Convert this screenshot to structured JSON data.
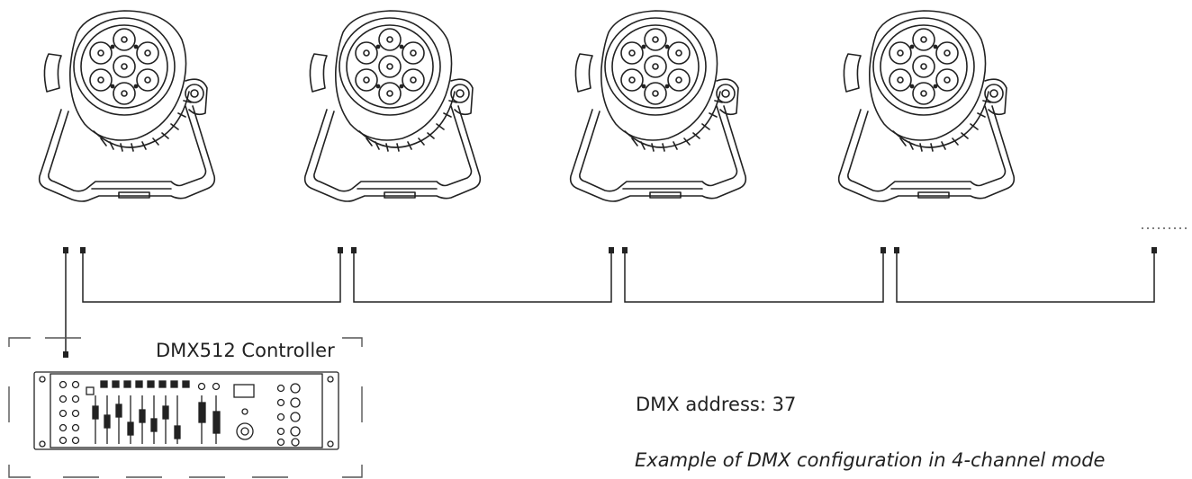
{
  "diagram": {
    "controller_label": "DMX512 Controller",
    "address_text": "DMX address: 37",
    "caption": "Example of DMX configuration in 4-channel mode",
    "fixture_count": 4,
    "colors": {
      "line": "#222222",
      "background": "#ffffff"
    }
  }
}
